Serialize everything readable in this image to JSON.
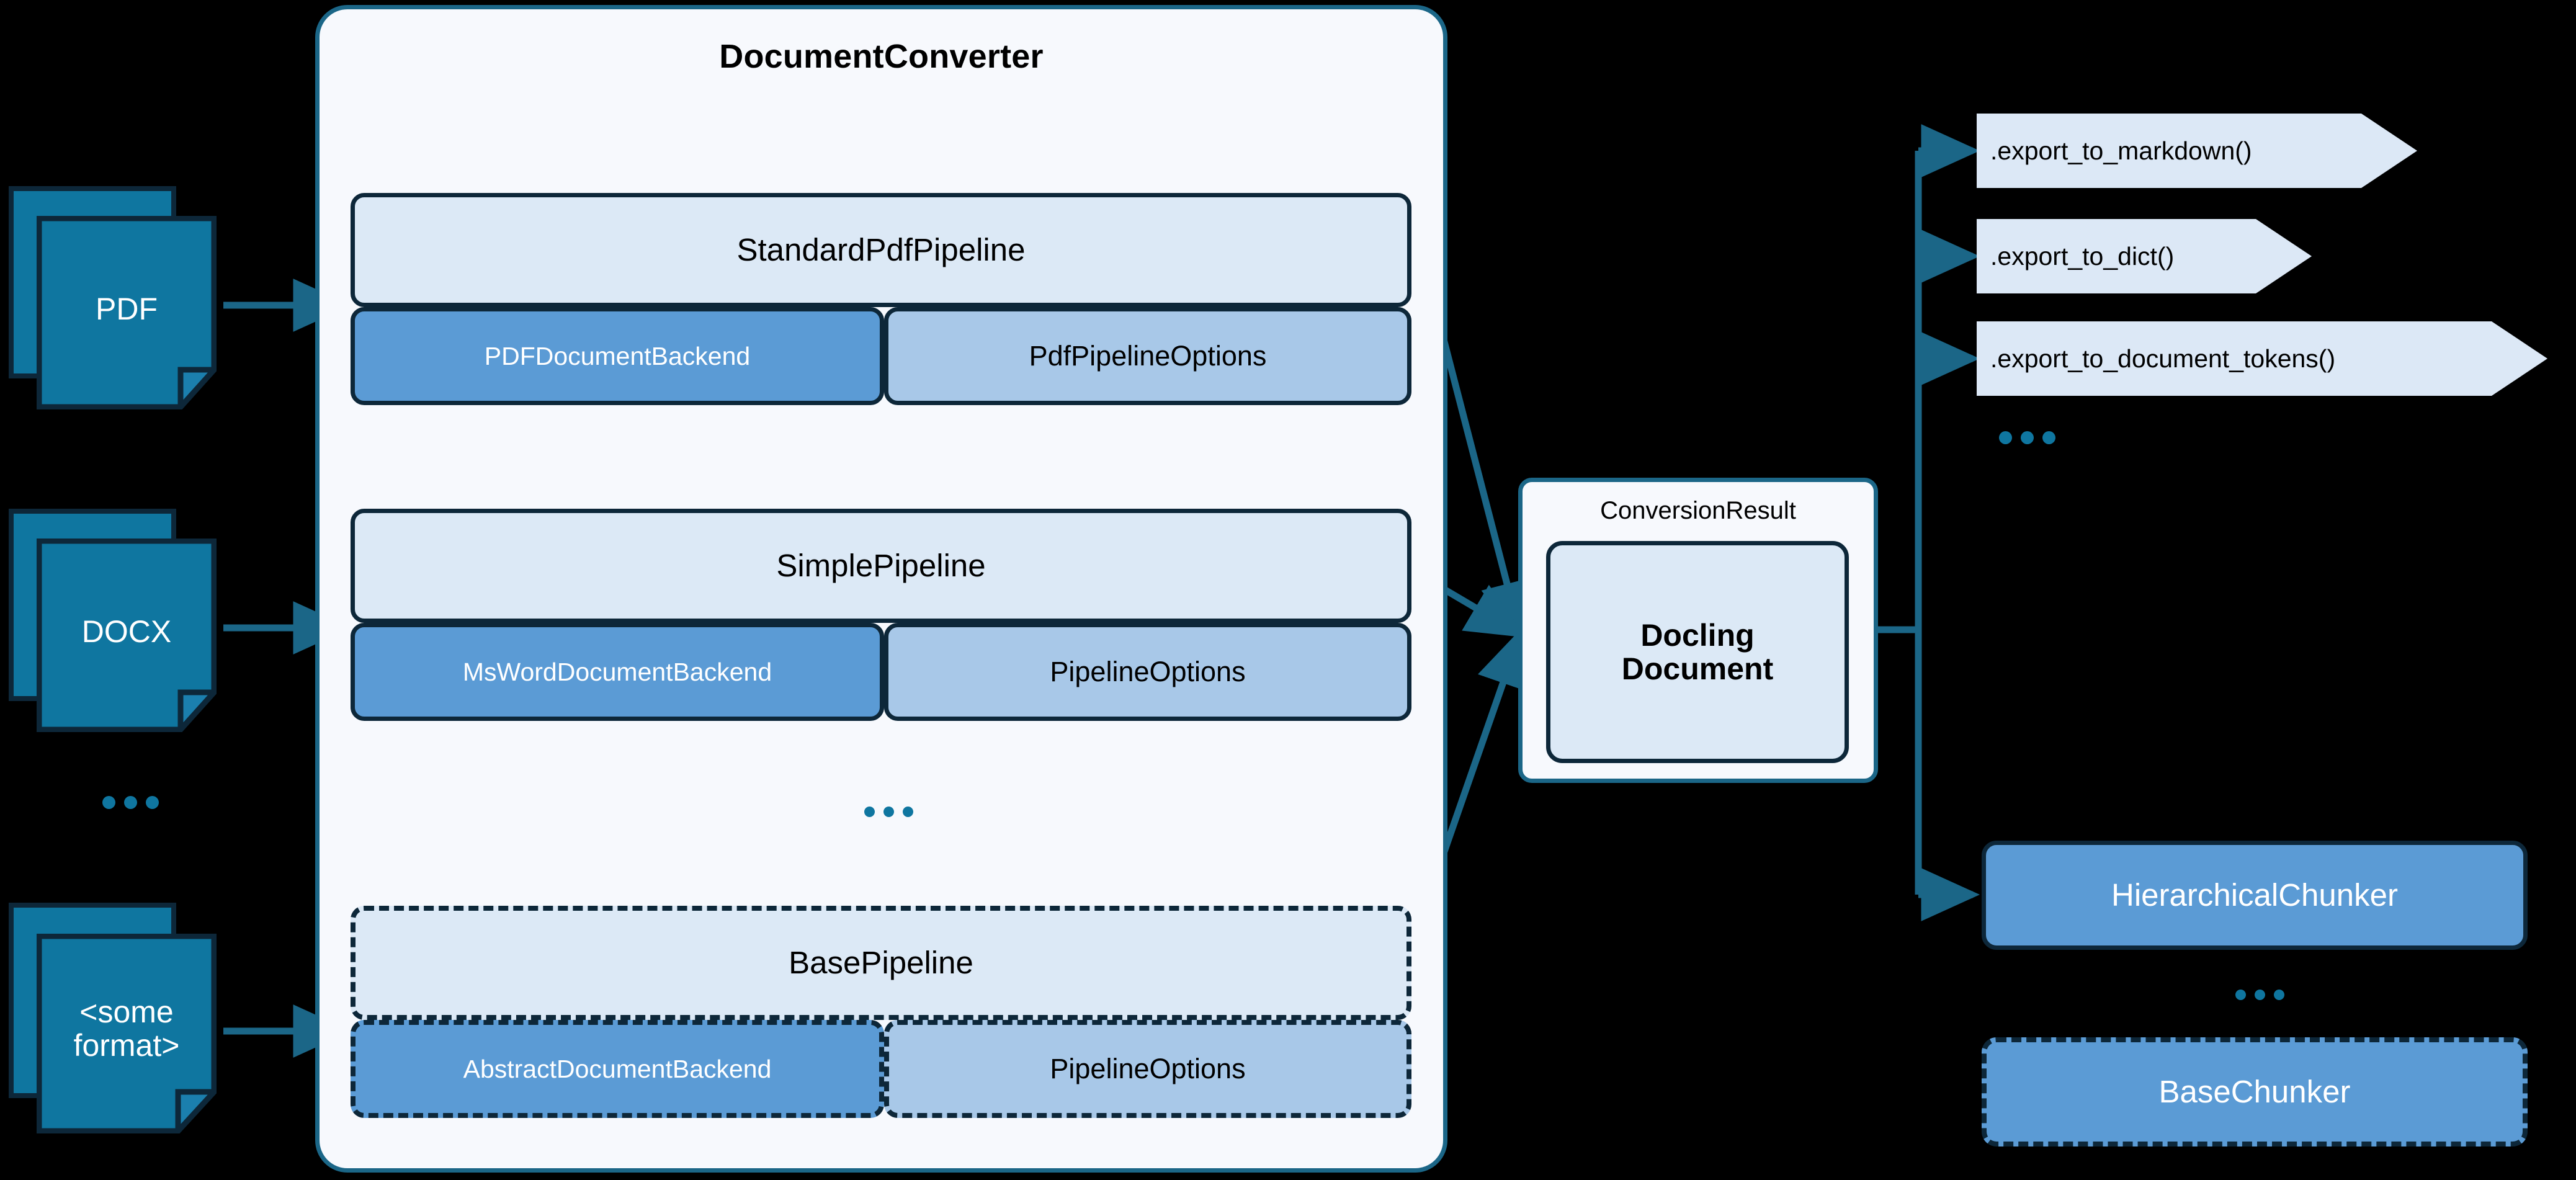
{
  "colors": {
    "background": "#000000",
    "container_fill": "#f7f9fd",
    "container_stroke": "#1b6687",
    "pipeline_head_fill": "#dce9f6",
    "pipeline_head_stroke": "#0d2739",
    "backend_fill": "#5b9bd5",
    "options_fill": "#a8c8e8",
    "doc_icon_fill": "#0f76a0",
    "doc_icon_stroke": "#0d2739",
    "export_fill": "#dce8f6",
    "arrow_stroke": "#1b6687",
    "ellipsis_dot": "#0f76a0",
    "text_dark": "#000000",
    "text_light": "#ffffff"
  },
  "inputs": {
    "documents": [
      {
        "label": "PDF",
        "multiline": false
      },
      {
        "label": "DOCX",
        "multiline": false
      },
      {
        "label_line1": "<some",
        "label_line2": "format>",
        "multiline": true
      }
    ],
    "ellipsis": "..."
  },
  "converter": {
    "title": "DocumentConverter",
    "ellipsis": "...",
    "pipelines": [
      {
        "name": "StandardPdfPipeline",
        "dashed": false,
        "backend": "PDFDocumentBackend",
        "options": "PdfPipelineOptions"
      },
      {
        "name": "SimplePipeline",
        "dashed": false,
        "backend": "MsWordDocumentBackend",
        "options": "PipelineOptions"
      },
      {
        "name": "BasePipeline",
        "dashed": true,
        "backend": "AbstractDocumentBackend",
        "options": "PipelineOptions"
      }
    ]
  },
  "result": {
    "title": "ConversionResult",
    "document_line1": "Docling",
    "document_line2": "Document"
  },
  "exports": {
    "items": [
      {
        "label": ".export_to_markdown()"
      },
      {
        "label": ".export_to_dict()"
      },
      {
        "label": ".export_to_document_tokens()"
      }
    ],
    "ellipsis": "..."
  },
  "chunkers": {
    "items": [
      {
        "label": "HierarchicalChunker",
        "dashed": false
      },
      {
        "label": "BaseChunker",
        "dashed": true
      }
    ],
    "ellipsis": "..."
  }
}
